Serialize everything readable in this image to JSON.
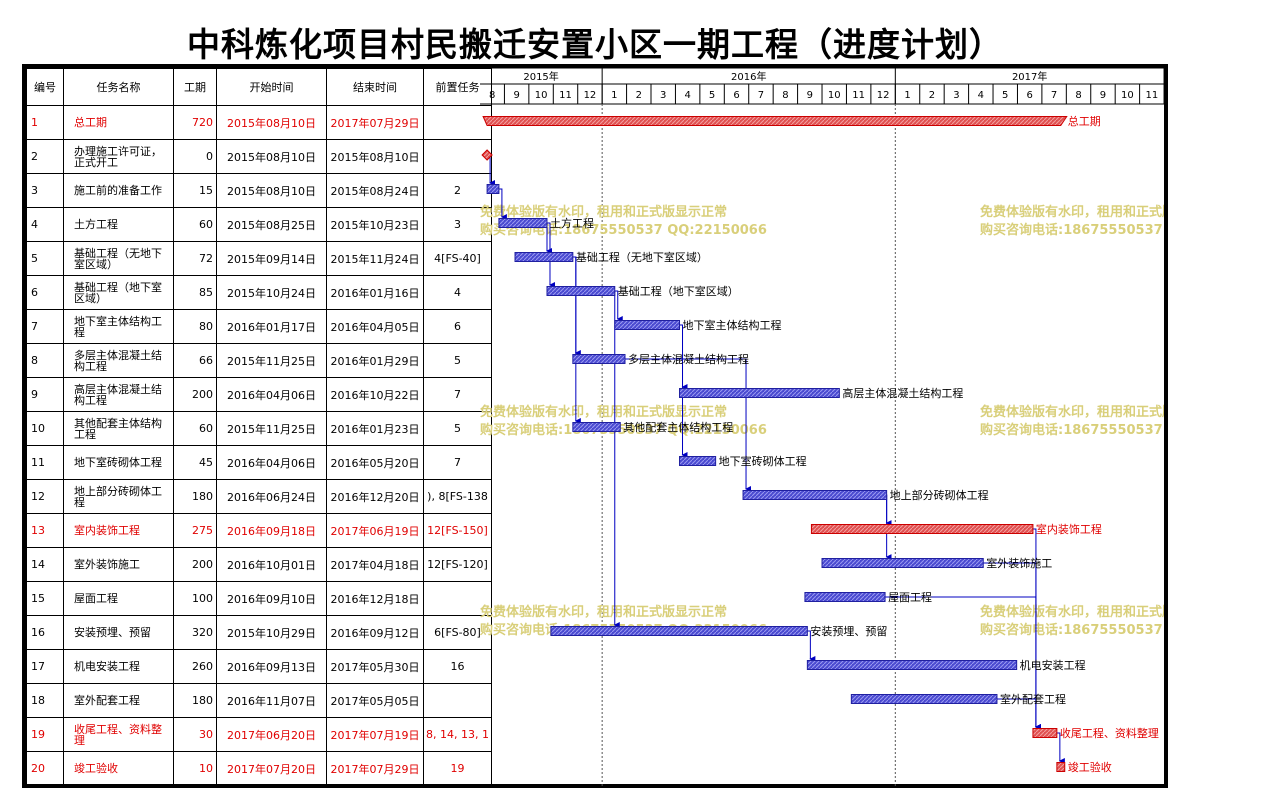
{
  "title": "中科炼化项目村民搬迁安置小区一期工程（进度计划）",
  "columns": [
    "编号",
    "任务名称",
    "工期",
    "开始时间",
    "结束时间",
    "前置任务"
  ],
  "timescale": {
    "years": [
      {
        "label": "2015年",
        "months": [
          "8",
          "9",
          "10",
          "11",
          "12"
        ]
      },
      {
        "label": "2016年",
        "months": [
          "1",
          "2",
          "3",
          "4",
          "5",
          "6",
          "7",
          "8",
          "9",
          "10",
          "11",
          "12"
        ]
      },
      {
        "label": "2017年",
        "months": [
          "1",
          "2",
          "3",
          "4",
          "5",
          "6",
          "7",
          "8",
          "9",
          "10",
          "11"
        ]
      }
    ]
  },
  "watermark": {
    "line1": "免费体验版有水印，租用和正式版显示正常",
    "line2": "购买咨询电话:18675550537 QQ:22150066"
  },
  "colors": {
    "summary": "#e05050",
    "critical": "#e05050",
    "normal": "#4a4ad0",
    "link": "#0000c0",
    "red_text": "#e00000"
  },
  "tasks": [
    {
      "id": "1",
      "name": "总工期",
      "duration": "720",
      "start": "2015年08月10日",
      "finish": "2017年07月29日",
      "pred": "",
      "red": true,
      "type": "summary",
      "label": "总工期"
    },
    {
      "id": "2",
      "name": "办理施工许可证，正式开工",
      "duration": "0",
      "start": "2015年08月10日",
      "finish": "2015年08月10日",
      "pred": "",
      "red": false,
      "type": "milestone",
      "label": ""
    },
    {
      "id": "3",
      "name": "施工前的准备工作",
      "duration": "15",
      "start": "2015年08月10日",
      "finish": "2015年08月24日",
      "pred": "2",
      "red": false,
      "type": "task",
      "label": ""
    },
    {
      "id": "4",
      "name": "土方工程",
      "duration": "60",
      "start": "2015年08月25日",
      "finish": "2015年10月23日",
      "pred": "3",
      "red": false,
      "type": "task",
      "label": "土方工程"
    },
    {
      "id": "5",
      "name": "基础工程（无地下室区域）",
      "duration": "72",
      "start": "2015年09月14日",
      "finish": "2015年11月24日",
      "pred": "4[FS-40]",
      "red": false,
      "type": "task",
      "label": "基础工程（无地下室区域）"
    },
    {
      "id": "6",
      "name": "基础工程（地下室区域）",
      "duration": "85",
      "start": "2015年10月24日",
      "finish": "2016年01月16日",
      "pred": "4",
      "red": false,
      "type": "task",
      "label": "基础工程（地下室区域）"
    },
    {
      "id": "7",
      "name": "地下室主体结构工程",
      "duration": "80",
      "start": "2016年01月17日",
      "finish": "2016年04月05日",
      "pred": "6",
      "red": false,
      "type": "task",
      "label": "地下室主体结构工程"
    },
    {
      "id": "8",
      "name": "多层主体混凝土结构工程",
      "duration": "66",
      "start": "2015年11月25日",
      "finish": "2016年01月29日",
      "pred": "5",
      "red": false,
      "type": "task",
      "label": "多层主体混凝土结构工程"
    },
    {
      "id": "9",
      "name": "高层主体混凝土结构工程",
      "duration": "200",
      "start": "2016年04月06日",
      "finish": "2016年10月22日",
      "pred": "7",
      "red": false,
      "type": "task",
      "label": "高层主体混凝土结构工程"
    },
    {
      "id": "10",
      "name": "其他配套主体结构工程",
      "duration": "60",
      "start": "2015年11月25日",
      "finish": "2016年01月23日",
      "pred": "5",
      "red": false,
      "type": "task",
      "label": "其他配套主体结构工程"
    },
    {
      "id": "11",
      "name": "地下室砖砌体工程",
      "duration": "45",
      "start": "2016年04月06日",
      "finish": "2016年05月20日",
      "pred": "7",
      "red": false,
      "type": "task",
      "label": "地下室砖砌体工程"
    },
    {
      "id": "12",
      "name": "地上部分砖砌体工程",
      "duration": "180",
      "start": "2016年06月24日",
      "finish": "2016年12月20日",
      "pred": "), 8[FS-138",
      "red": false,
      "type": "task",
      "label": "地上部分砖砌体工程"
    },
    {
      "id": "13",
      "name": "室内装饰工程",
      "duration": "275",
      "start": "2016年09月18日",
      "finish": "2017年06月19日",
      "pred": "12[FS-150]",
      "red": true,
      "type": "critical",
      "label": "室内装饰工程"
    },
    {
      "id": "14",
      "name": "室外装饰施工",
      "duration": "200",
      "start": "2016年10月01日",
      "finish": "2017年04月18日",
      "pred": "12[FS-120]",
      "red": false,
      "type": "task",
      "label": "室外装饰施工"
    },
    {
      "id": "15",
      "name": "屋面工程",
      "duration": "100",
      "start": "2016年09月10日",
      "finish": "2016年12月18日",
      "pred": "",
      "red": false,
      "type": "task",
      "label": "屋面工程"
    },
    {
      "id": "16",
      "name": "安装预埋、预留",
      "duration": "320",
      "start": "2015年10月29日",
      "finish": "2016年09月12日",
      "pred": "6[FS-80]",
      "red": false,
      "type": "task",
      "label": "安装预埋、预留"
    },
    {
      "id": "17",
      "name": "机电安装工程",
      "duration": "260",
      "start": "2016年09月13日",
      "finish": "2017年05月30日",
      "pred": "16",
      "red": false,
      "type": "task",
      "label": "机电安装工程"
    },
    {
      "id": "18",
      "name": "室外配套工程",
      "duration": "180",
      "start": "2016年11月07日",
      "finish": "2017年05月05日",
      "pred": "",
      "red": false,
      "type": "task",
      "label": "室外配套工程"
    },
    {
      "id": "19",
      "name": "收尾工程、资料整理",
      "duration": "30",
      "start": "2017年06月20日",
      "finish": "2017年07月19日",
      "pred": "8, 14, 13, 1",
      "red": true,
      "type": "critical",
      "label": "收尾工程、资料整理"
    },
    {
      "id": "20",
      "name": "竣工验收",
      "duration": "10",
      "start": "2017年07月20日",
      "finish": "2017年07月29日",
      "pred": "19",
      "red": true,
      "type": "critical",
      "label": "竣工验收"
    }
  ],
  "chart_data": {
    "type": "gantt",
    "x_range": [
      "2015-08-01",
      "2017-11-30"
    ],
    "bars": [
      {
        "task": "1",
        "start": "2015-08-10",
        "end": "2017-07-29"
      },
      {
        "task": "2",
        "start": "2015-08-10",
        "end": "2015-08-10"
      },
      {
        "task": "3",
        "start": "2015-08-10",
        "end": "2015-08-24"
      },
      {
        "task": "4",
        "start": "2015-08-25",
        "end": "2015-10-23"
      },
      {
        "task": "5",
        "start": "2015-09-14",
        "end": "2015-11-24"
      },
      {
        "task": "6",
        "start": "2015-10-24",
        "end": "2016-01-16"
      },
      {
        "task": "7",
        "start": "2016-01-17",
        "end": "2016-04-05"
      },
      {
        "task": "8",
        "start": "2015-11-25",
        "end": "2016-01-29"
      },
      {
        "task": "9",
        "start": "2016-04-06",
        "end": "2016-10-22"
      },
      {
        "task": "10",
        "start": "2015-11-25",
        "end": "2016-01-23"
      },
      {
        "task": "11",
        "start": "2016-04-06",
        "end": "2016-05-20"
      },
      {
        "task": "12",
        "start": "2016-06-24",
        "end": "2016-12-20"
      },
      {
        "task": "13",
        "start": "2016-09-18",
        "end": "2017-06-19"
      },
      {
        "task": "14",
        "start": "2016-10-01",
        "end": "2017-04-18"
      },
      {
        "task": "15",
        "start": "2016-09-10",
        "end": "2016-12-18"
      },
      {
        "task": "16",
        "start": "2015-10-29",
        "end": "2016-09-12"
      },
      {
        "task": "17",
        "start": "2016-09-13",
        "end": "2017-05-30"
      },
      {
        "task": "18",
        "start": "2016-11-07",
        "end": "2017-05-05"
      },
      {
        "task": "19",
        "start": "2017-06-20",
        "end": "2017-07-19"
      },
      {
        "task": "20",
        "start": "2017-07-20",
        "end": "2017-07-29"
      }
    ],
    "links": [
      [
        "2",
        "3"
      ],
      [
        "3",
        "4"
      ],
      [
        "4",
        "5"
      ],
      [
        "4",
        "6"
      ],
      [
        "6",
        "7"
      ],
      [
        "5",
        "8"
      ],
      [
        "5",
        "10"
      ],
      [
        "7",
        "9"
      ],
      [
        "7",
        "11"
      ],
      [
        "8",
        "12"
      ],
      [
        "12",
        "13"
      ],
      [
        "12",
        "14"
      ],
      [
        "6",
        "16"
      ],
      [
        "16",
        "17"
      ],
      [
        "13",
        "19"
      ],
      [
        "14",
        "19"
      ],
      [
        "15",
        "19"
      ],
      [
        "18",
        "19"
      ],
      [
        "19",
        "20"
      ]
    ]
  }
}
